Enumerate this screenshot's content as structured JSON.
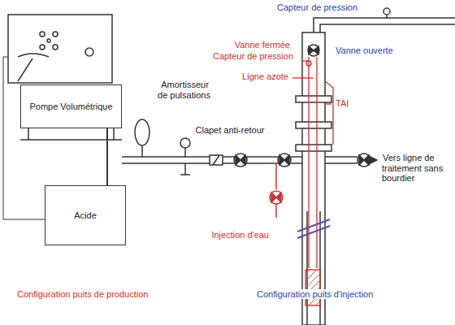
{
  "diagram": {
    "nodes": [
      {
        "text": [
          "Pompe Volumétrique"
        ]
      },
      {
        "text": [
          "Acide"
        ]
      }
    ],
    "edges": [
      {
        "from": 1,
        "to": 0,
        "arrow": "none"
      }
    ],
    "labels": [
      "Capteur de pression",
      "Vanne fermée",
      "Capteur de pression",
      "Vanne ouverte",
      "Ligne azote",
      "TAI",
      "Amortisseur de pulsations",
      "Clapet anti-retour",
      "Vers ligne de traitement sans bourdier",
      "Injection d'eau",
      "Configuration puits de production",
      "Configuration puits d'injection"
    ]
  }
}
